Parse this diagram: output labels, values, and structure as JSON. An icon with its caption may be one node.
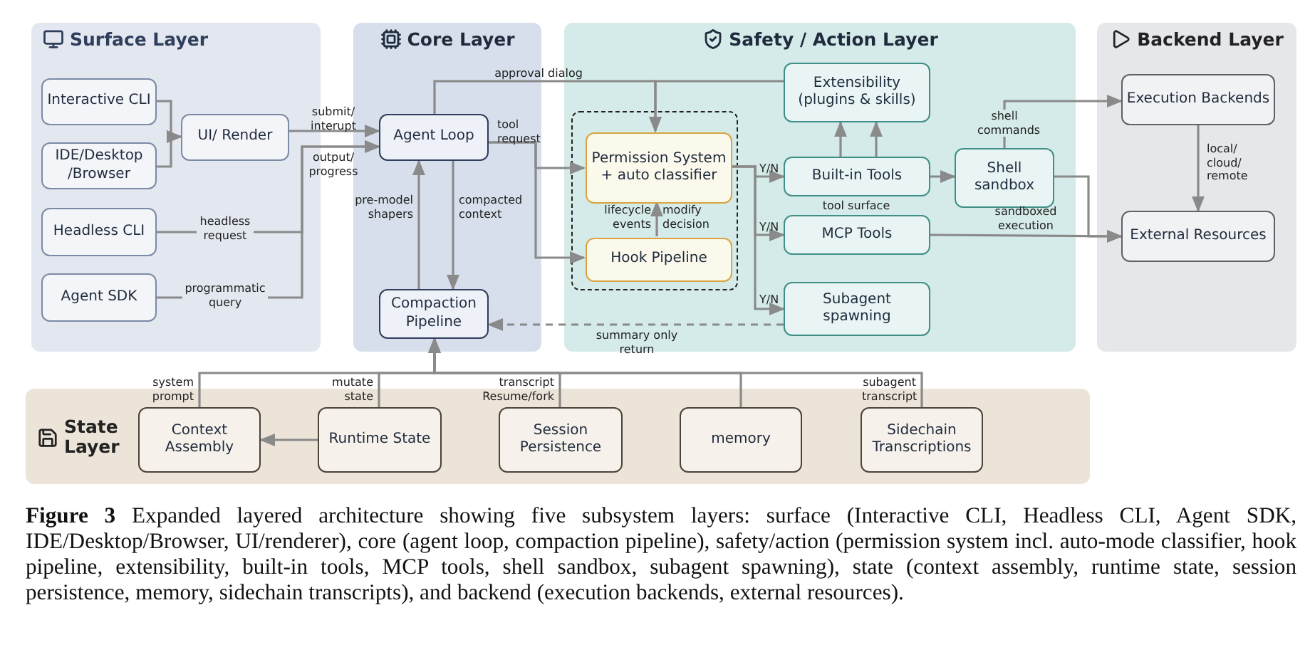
{
  "diagram": {
    "caption": "**Figure 3** Expanded layered architecture showing five subsystem layers: surface (Interactive CLI, Headless CLI, Agent SDK, IDE/Desktop/Browser, UI/renderer), core (agent loop, compaction pipeline), safety/action (permission system incl. auto-mode classifier, hook pipeline, extensibility, built-in tools, MCP tools, shell sandbox, subagent spawning), state (context assembly, runtime state, session persistence, memory, sidechain transcripts), and backend (execution backends, external resources).",
    "nodes": [
      {
        "text": [
          "Surface Layer"
        ]
      },
      {
        "text": [
          "Core Layer"
        ]
      },
      {
        "text": [
          "Safety / Action Layer"
        ]
      },
      {
        "text": [
          "Backend Layer"
        ]
      },
      {
        "text": [
          "State Layer"
        ]
      },
      {
        "text": [
          "Interactive CLI"
        ],
        "in": 0
      },
      {
        "text": [
          "IDE/Desktop /Browser"
        ],
        "in": 0
      },
      {
        "text": [
          "UI/ Render"
        ],
        "in": 0
      },
      {
        "text": [
          "Headless CLI"
        ],
        "in": 0
      },
      {
        "text": [
          "Agent SDK"
        ],
        "in": 0
      },
      {
        "text": [
          "Agent Loop"
        ],
        "in": 1
      },
      {
        "text": [
          "Compaction Pipeline"
        ],
        "in": 1
      },
      {
        "text": [],
        "shape": "box",
        "in": 2
      },
      {
        "text": [
          "Permission System + auto classifier"
        ],
        "in": 12
      },
      {
        "text": [
          "Hook Pipeline"
        ],
        "in": 12
      },
      {
        "text": [
          "Extensibility (plugins & skills)"
        ],
        "in": 2
      },
      {
        "text": [
          "Built-in Tools"
        ],
        "in": 2
      },
      {
        "text": [
          "MCP Tools"
        ],
        "in": 2
      },
      {
        "text": [
          "Shell sandbox"
        ],
        "in": 2
      },
      {
        "text": [
          "Subagent spawning"
        ],
        "in": 2
      },
      {
        "text": [
          "Execution Backends"
        ],
        "in": 3
      },
      {
        "text": [
          "External Resources"
        ],
        "in": 3
      },
      {
        "text": [
          "Context Assembly"
        ],
        "in": 4
      },
      {
        "text": [
          "Runtime State"
        ],
        "in": 4
      },
      {
        "text": [
          "Session Persistence"
        ],
        "in": 4
      },
      {
        "text": [
          "memory"
        ],
        "in": 4
      },
      {
        "text": [
          "Sidechain Transcriptions"
        ],
        "in": 4
      }
    ],
    "edges": [
      {
        "from": 5,
        "to": 7,
        "arrow": "to"
      },
      {
        "from": 6,
        "to": 7,
        "arrow": "to"
      },
      {
        "from": 7,
        "to": 10,
        "arrow": "to",
        "label": "submit/ interupt"
      },
      {
        "from": 8,
        "to": 10,
        "arrow": "to",
        "label": "headless request"
      },
      {
        "from": 9,
        "to": 10,
        "arrow": "to",
        "label": "programmatic query"
      },
      {
        "from": 10,
        "to": 13,
        "arrow": "to",
        "label": "approval dialog"
      },
      {
        "from": 15,
        "to": 13,
        "arrow": "to"
      },
      {
        "from": 10,
        "to": 13,
        "arrow": "to",
        "label": "tool request"
      },
      {
        "from": 10,
        "to": 14,
        "arrow": "to"
      },
      {
        "from": 10,
        "to": 11,
        "arrow": "to",
        "label": "compacted context"
      },
      {
        "from": 11,
        "to": 10,
        "arrow": "to",
        "label": "pre-model shapers"
      },
      {
        "from": 14,
        "to": 13,
        "arrow": "to"
      },
      {
        "from": 13,
        "to": 16,
        "arrow": "to",
        "label": "Y/N"
      },
      {
        "from": 13,
        "to": 17,
        "arrow": "to",
        "label": "Y/N"
      },
      {
        "from": 13,
        "to": 19,
        "arrow": "to",
        "label": "Y/N"
      },
      {
        "from": 16,
        "to": 15,
        "arrow": "to"
      },
      {
        "from": 16,
        "to": 15,
        "arrow": "to"
      },
      {
        "from": 16,
        "to": 18,
        "arrow": "to"
      },
      {
        "from": 18,
        "to": 20,
        "arrow": "to",
        "label": "shell commands"
      },
      {
        "from": 18,
        "to": 21,
        "arrow": "to"
      },
      {
        "from": 17,
        "to": 21,
        "arrow": "to",
        "label": "sandboxed execution"
      },
      {
        "from": 20,
        "to": 21,
        "arrow": "to",
        "label": "local/ cloud/ remote"
      },
      {
        "from": 19,
        "to": 11,
        "arrow": "to",
        "style": "dashed",
        "label": "summary only return"
      },
      {
        "from": 22,
        "to": 11,
        "arrow": "to",
        "label": "system prompt"
      },
      {
        "from": 23,
        "to": 11,
        "arrow": "to",
        "label": "mutate state"
      },
      {
        "from": 24,
        "to": 11,
        "arrow": "to",
        "label": "transcript Resume/fork"
      },
      {
        "from": 25,
        "to": 11,
        "arrow": "to"
      },
      {
        "from": 26,
        "to": 11,
        "arrow": "to",
        "label": "subagent transcript"
      },
      {
        "from": 23,
        "to": 22,
        "arrow": "to"
      }
    ],
    "labels": [
      "output/ progress",
      "lifecycle events",
      "modify decision",
      "tool surface"
    ]
  }
}
